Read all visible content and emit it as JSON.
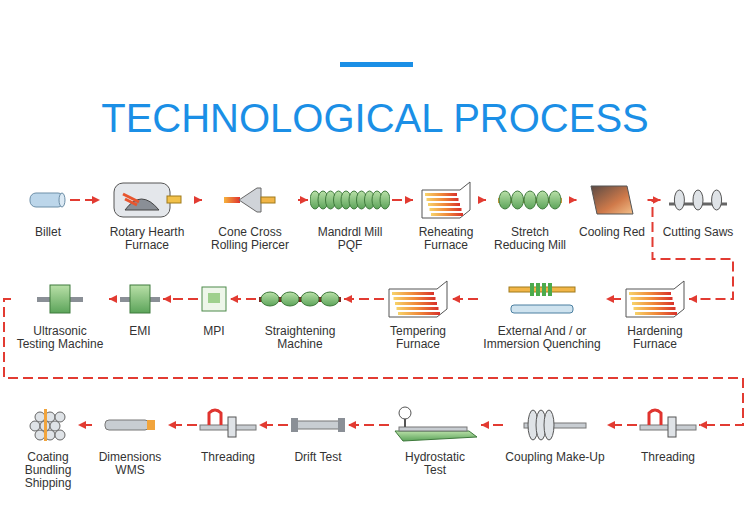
{
  "diagram": {
    "title": "TECHNOLOGICAL PROCESS",
    "nodes": [
      {
        "text": [
          "Billet"
        ]
      },
      {
        "text": [
          "Rotary Hearth Furnace"
        ]
      },
      {
        "text": [
          "Cone Cross Rolling Piercer"
        ]
      },
      {
        "text": [
          "Mandrdl Mill PQF"
        ]
      },
      {
        "text": [
          "Reheating Furnace"
        ]
      },
      {
        "text": [
          "Stretch Reducing Mill"
        ]
      },
      {
        "text": [
          "Cooling Red"
        ]
      },
      {
        "text": [
          "Cutting Saws"
        ]
      },
      {
        "text": [
          "Hardening Furnace"
        ]
      },
      {
        "text": [
          "External And / or Immersion Quenching"
        ]
      },
      {
        "text": [
          "Tempering Furnace"
        ]
      },
      {
        "text": [
          "Straightening Machine"
        ]
      },
      {
        "text": [
          "MPI"
        ]
      },
      {
        "text": [
          "EMI"
        ]
      },
      {
        "text": [
          "Ultrasonic Testing Machine"
        ]
      },
      {
        "text": [
          "Threading"
        ]
      },
      {
        "text": [
          "Coupling Make-Up"
        ]
      },
      {
        "text": [
          "Hydrostatic Test"
        ]
      },
      {
        "text": [
          "Drift Test"
        ]
      },
      {
        "text": [
          "Threading"
        ]
      },
      {
        "text": [
          "Dimensions WMS"
        ]
      },
      {
        "text": [
          "Coating Bundling Shipping"
        ]
      }
    ],
    "edges": [
      {
        "from": 0,
        "to": 1,
        "arrow": "to"
      },
      {
        "from": 1,
        "to": 2,
        "arrow": "to"
      },
      {
        "from": 2,
        "to": 3,
        "arrow": "to"
      },
      {
        "from": 3,
        "to": 4,
        "arrow": "to"
      },
      {
        "from": 4,
        "to": 5,
        "arrow": "to"
      },
      {
        "from": 5,
        "to": 6,
        "arrow": "to"
      },
      {
        "from": 6,
        "to": 7,
        "arrow": "to"
      },
      {
        "from": 7,
        "to": 8,
        "arrow": "to"
      },
      {
        "from": 8,
        "to": 9,
        "arrow": "to"
      },
      {
        "from": 9,
        "to": 10,
        "arrow": "to"
      },
      {
        "from": 10,
        "to": 11,
        "arrow": "to"
      },
      {
        "from": 11,
        "to": 12,
        "arrow": "to"
      },
      {
        "from": 12,
        "to": 13,
        "arrow": "to"
      },
      {
        "from": 13,
        "to": 14,
        "arrow": "to"
      },
      {
        "from": 14,
        "to": 15,
        "arrow": "to"
      },
      {
        "from": 15,
        "to": 16,
        "arrow": "to"
      },
      {
        "from": 16,
        "to": 17,
        "arrow": "to"
      },
      {
        "from": 17,
        "to": 18,
        "arrow": "to"
      },
      {
        "from": 18,
        "to": 19,
        "arrow": "to"
      },
      {
        "from": 19,
        "to": 20,
        "arrow": "to"
      },
      {
        "from": 20,
        "to": 21,
        "arrow": "to"
      }
    ]
  }
}
